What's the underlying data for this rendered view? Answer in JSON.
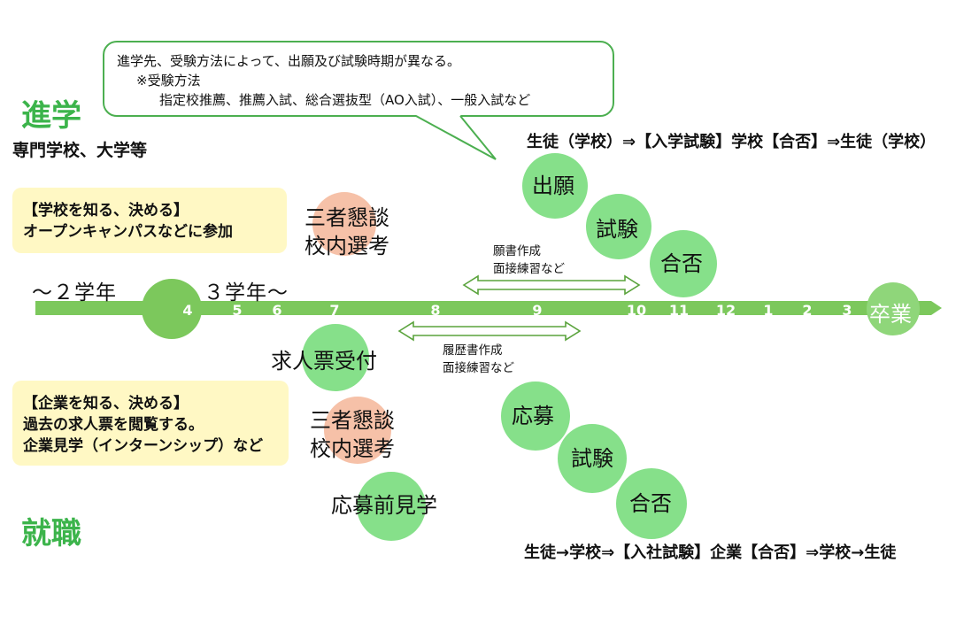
{
  "susumu": {
    "title": "進学",
    "subtitle": "専門学校、大学等",
    "callout": {
      "line1": "進学先、受験方法によって、出願及び試験時期が異なる。",
      "line2": "※受験方法",
      "line3": "指定校推薦、推薦入試、総合選抜型（AO入試）、一般入試など"
    },
    "box": {
      "line1": "【学校を知る、決める】",
      "line2": "オープンキャンパスなどに参加"
    },
    "interview": {
      "line1": "三者懇談",
      "line2": "校内選考"
    },
    "flow": "生徒（学校）⇒【入学試験】学校【合否】⇒生徒（学校）",
    "steps": [
      "出願",
      "試験",
      "合否"
    ],
    "prep": {
      "line1": "願書作成",
      "line2": "面接練習など"
    }
  },
  "timeline": {
    "grade2": "～２学年",
    "grade3": "３学年～",
    "months": [
      "4",
      "5",
      "6",
      "7",
      "8",
      "9",
      "10",
      "11",
      "12",
      "1",
      "2",
      "3"
    ],
    "end": "卒業"
  },
  "shushoku": {
    "title": "就職",
    "reception": "求人票受付",
    "box": {
      "line1": "【企業を知る、決める】",
      "line2": "過去の求人票を閲覧する。",
      "line3": "企業見学（インターンシップ）など"
    },
    "interview": {
      "line1": "三者懇談",
      "line2": "校内選考"
    },
    "visit": "応募前見学",
    "prep": {
      "line1": "履歴書作成",
      "line2": "面接練習など"
    },
    "steps": [
      "応募",
      "試験",
      "合否"
    ],
    "flow": "生徒→学校⇒【入社試験】企業【合否】⇒学校→生徒"
  },
  "colors": {
    "green": "#7cc85c",
    "circle_green": "#86e08a",
    "circle_salmon": "#f6c1a8",
    "title_green": "#3cb44b",
    "yellow": "#fff8c4"
  }
}
